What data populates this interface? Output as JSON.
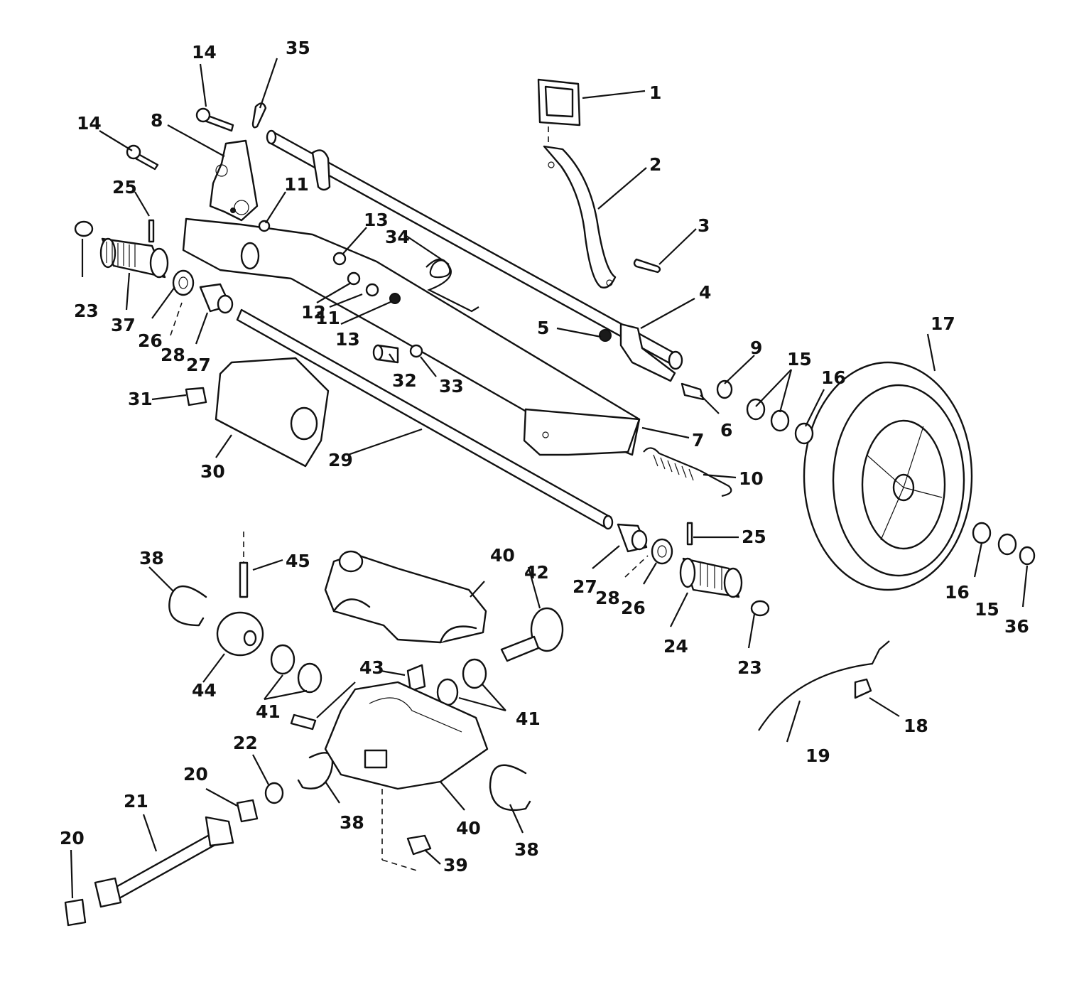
{
  "figure": {
    "callouts": [
      {
        "id": "c1",
        "label": "1"
      },
      {
        "id": "c2",
        "label": "2"
      },
      {
        "id": "c3",
        "label": "3"
      },
      {
        "id": "c4",
        "label": "4"
      },
      {
        "id": "c5",
        "label": "5"
      },
      {
        "id": "c6",
        "label": "6"
      },
      {
        "id": "c7",
        "label": "7"
      },
      {
        "id": "c8",
        "label": "8"
      },
      {
        "id": "c9",
        "label": "9"
      },
      {
        "id": "c10",
        "label": "10"
      },
      {
        "id": "c11a",
        "label": "11"
      },
      {
        "id": "c11b",
        "label": "11"
      },
      {
        "id": "c12",
        "label": "12"
      },
      {
        "id": "c13a",
        "label": "13"
      },
      {
        "id": "c13b",
        "label": "13"
      },
      {
        "id": "c14a",
        "label": "14"
      },
      {
        "id": "c14b",
        "label": "14"
      },
      {
        "id": "c15a",
        "label": "15"
      },
      {
        "id": "c15b",
        "label": "15"
      },
      {
        "id": "c16a",
        "label": "16"
      },
      {
        "id": "c16b",
        "label": "16"
      },
      {
        "id": "c17",
        "label": "17"
      },
      {
        "id": "c18",
        "label": "18"
      },
      {
        "id": "c19",
        "label": "19"
      },
      {
        "id": "c20a",
        "label": "20"
      },
      {
        "id": "c20b",
        "label": "20"
      },
      {
        "id": "c21",
        "label": "21"
      },
      {
        "id": "c22",
        "label": "22"
      },
      {
        "id": "c23a",
        "label": "23"
      },
      {
        "id": "c23b",
        "label": "23"
      },
      {
        "id": "c24",
        "label": "24"
      },
      {
        "id": "c25a",
        "label": "25"
      },
      {
        "id": "c25b",
        "label": "25"
      },
      {
        "id": "c26a",
        "label": "26"
      },
      {
        "id": "c26b",
        "label": "26"
      },
      {
        "id": "c27a",
        "label": "27"
      },
      {
        "id": "c27b",
        "label": "27"
      },
      {
        "id": "c28a",
        "label": "28"
      },
      {
        "id": "c28b",
        "label": "28"
      },
      {
        "id": "c29",
        "label": "29"
      },
      {
        "id": "c30",
        "label": "30"
      },
      {
        "id": "c31",
        "label": "31"
      },
      {
        "id": "c32",
        "label": "32"
      },
      {
        "id": "c33",
        "label": "33"
      },
      {
        "id": "c34",
        "label": "34"
      },
      {
        "id": "c35",
        "label": "35"
      },
      {
        "id": "c36",
        "label": "36"
      },
      {
        "id": "c37",
        "label": "37"
      },
      {
        "id": "c38a",
        "label": "38"
      },
      {
        "id": "c38b",
        "label": "38"
      },
      {
        "id": "c38c",
        "label": "38"
      },
      {
        "id": "c39",
        "label": "39"
      },
      {
        "id": "c40a",
        "label": "40"
      },
      {
        "id": "c40b",
        "label": "40"
      },
      {
        "id": "c41a",
        "label": "41"
      },
      {
        "id": "c41b",
        "label": "41"
      },
      {
        "id": "c42",
        "label": "42"
      },
      {
        "id": "c43",
        "label": "43"
      },
      {
        "id": "c44",
        "label": "44"
      },
      {
        "id": "c45",
        "label": "45"
      }
    ]
  }
}
